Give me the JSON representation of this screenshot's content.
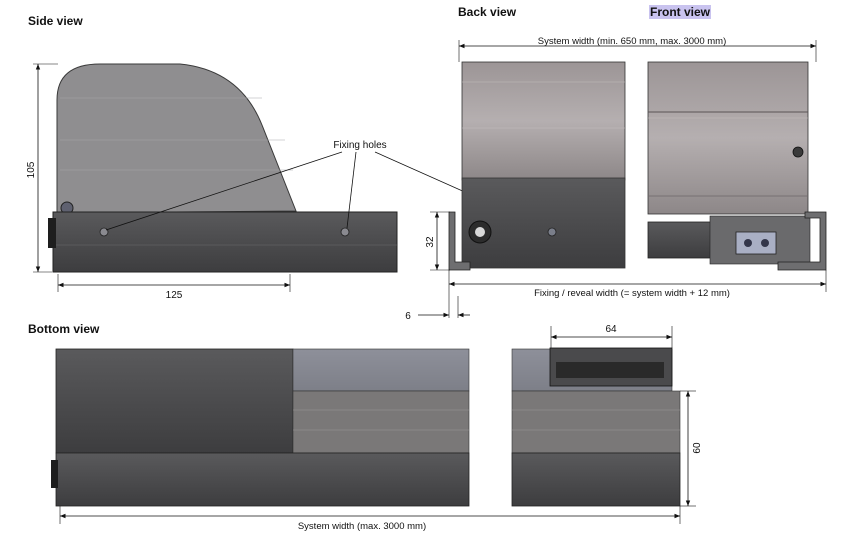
{
  "views": {
    "side": "Side view",
    "back": "Back view",
    "front": "Front view",
    "bottom": "Bottom view"
  },
  "labels": {
    "fixing_holes": "Fixing holes"
  },
  "dimensions": {
    "side_height": "105",
    "side_length": "125",
    "back_bracket_height": "32",
    "offset": "6",
    "system_width_top": "System width (min. 650 mm, max. 3000 mm)",
    "fixing_width": "Fixing / reveal width (= system width + 12 mm)",
    "bottom_depth": "64",
    "bottom_height": "60",
    "system_width_bottom": "System width (max. 3000 mm)"
  },
  "colors": {
    "highlight": "#c9c3ef",
    "housing_dark": "#4f4f51",
    "housing_mid": "#7a7677",
    "housing_light": "#a29e9f"
  }
}
